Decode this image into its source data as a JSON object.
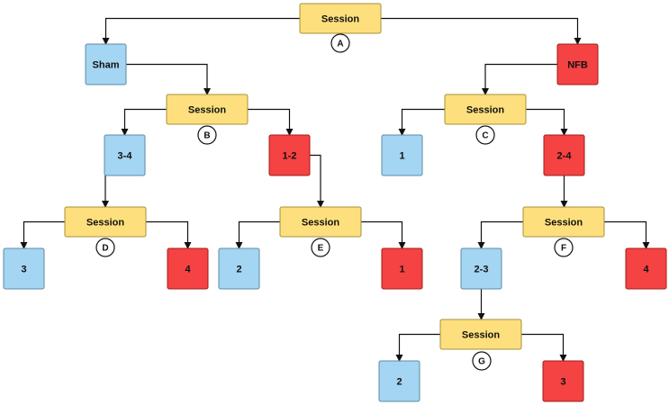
{
  "colors": {
    "session_fill": "#fde07d",
    "session_stroke": "#a6903c",
    "blue_fill": "#a4d5f2",
    "blue_stroke": "#5e8aa6",
    "red_fill": "#f54242",
    "red_stroke": "#9e1f1f",
    "edge": "#111111"
  },
  "nodes": {
    "session_a": {
      "kind": "session",
      "text": "Session"
    },
    "label_a": {
      "kind": "label",
      "text": "A"
    },
    "sham": {
      "kind": "blue",
      "text": "Sham"
    },
    "nfb": {
      "kind": "red",
      "text": "NFB"
    },
    "session_b": {
      "kind": "session",
      "text": "Session"
    },
    "label_b": {
      "kind": "label",
      "text": "B"
    },
    "session_c": {
      "kind": "session",
      "text": "Session"
    },
    "label_c": {
      "kind": "label",
      "text": "C"
    },
    "b_34": {
      "kind": "blue",
      "text": "3-4"
    },
    "b_12": {
      "kind": "red",
      "text": "1-2"
    },
    "c_1": {
      "kind": "blue",
      "text": "1"
    },
    "c_24": {
      "kind": "red",
      "text": "2-4"
    },
    "session_d": {
      "kind": "session",
      "text": "Session"
    },
    "label_d": {
      "kind": "label",
      "text": "D"
    },
    "session_e": {
      "kind": "session",
      "text": "Session"
    },
    "label_e": {
      "kind": "label",
      "text": "E"
    },
    "session_f": {
      "kind": "session",
      "text": "Session"
    },
    "label_f": {
      "kind": "label",
      "text": "F"
    },
    "d_3": {
      "kind": "blue",
      "text": "3"
    },
    "d_4": {
      "kind": "red",
      "text": "4"
    },
    "e_2": {
      "kind": "blue",
      "text": "2"
    },
    "e_1": {
      "kind": "red",
      "text": "1"
    },
    "f_23": {
      "kind": "blue",
      "text": "2-3"
    },
    "f_4": {
      "kind": "red",
      "text": "4"
    },
    "session_g": {
      "kind": "session",
      "text": "Session"
    },
    "label_g": {
      "kind": "label",
      "text": "G"
    },
    "g_2": {
      "kind": "blue",
      "text": "2"
    },
    "g_3": {
      "kind": "red",
      "text": "3"
    }
  },
  "edges": [
    [
      "session_a",
      "sham"
    ],
    [
      "session_a",
      "nfb"
    ],
    [
      "sham",
      "session_b"
    ],
    [
      "nfb",
      "session_c"
    ],
    [
      "session_b",
      "b_34"
    ],
    [
      "session_b",
      "b_12"
    ],
    [
      "session_c",
      "c_1"
    ],
    [
      "session_c",
      "c_24"
    ],
    [
      "b_34",
      "session_d"
    ],
    [
      "b_12",
      "session_e"
    ],
    [
      "c_24",
      "session_f"
    ],
    [
      "session_d",
      "d_3"
    ],
    [
      "session_d",
      "d_4"
    ],
    [
      "session_e",
      "e_2"
    ],
    [
      "session_e",
      "e_1"
    ],
    [
      "session_f",
      "f_23"
    ],
    [
      "session_f",
      "f_4"
    ],
    [
      "f_23",
      "session_g"
    ],
    [
      "session_g",
      "g_2"
    ],
    [
      "session_g",
      "g_3"
    ]
  ]
}
